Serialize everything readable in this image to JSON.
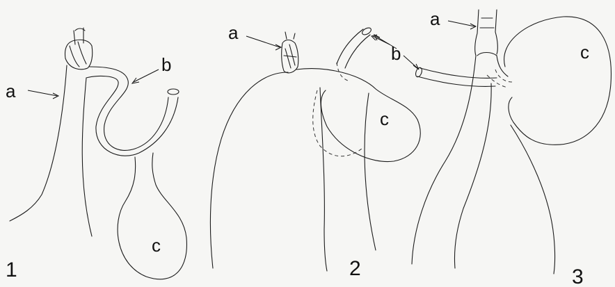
{
  "figures": [
    {
      "number": "1",
      "labels": {
        "a": "a",
        "b": "b",
        "c": "c"
      }
    },
    {
      "number": "2",
      "labels": {
        "a": "a",
        "b": "b",
        "c": "c"
      }
    },
    {
      "number": "3",
      "labels": {
        "a": "a",
        "b": "b",
        "c": "c"
      }
    }
  ],
  "colors": {
    "ink": "#1b1b1b",
    "paper": "#f6f6f4"
  }
}
